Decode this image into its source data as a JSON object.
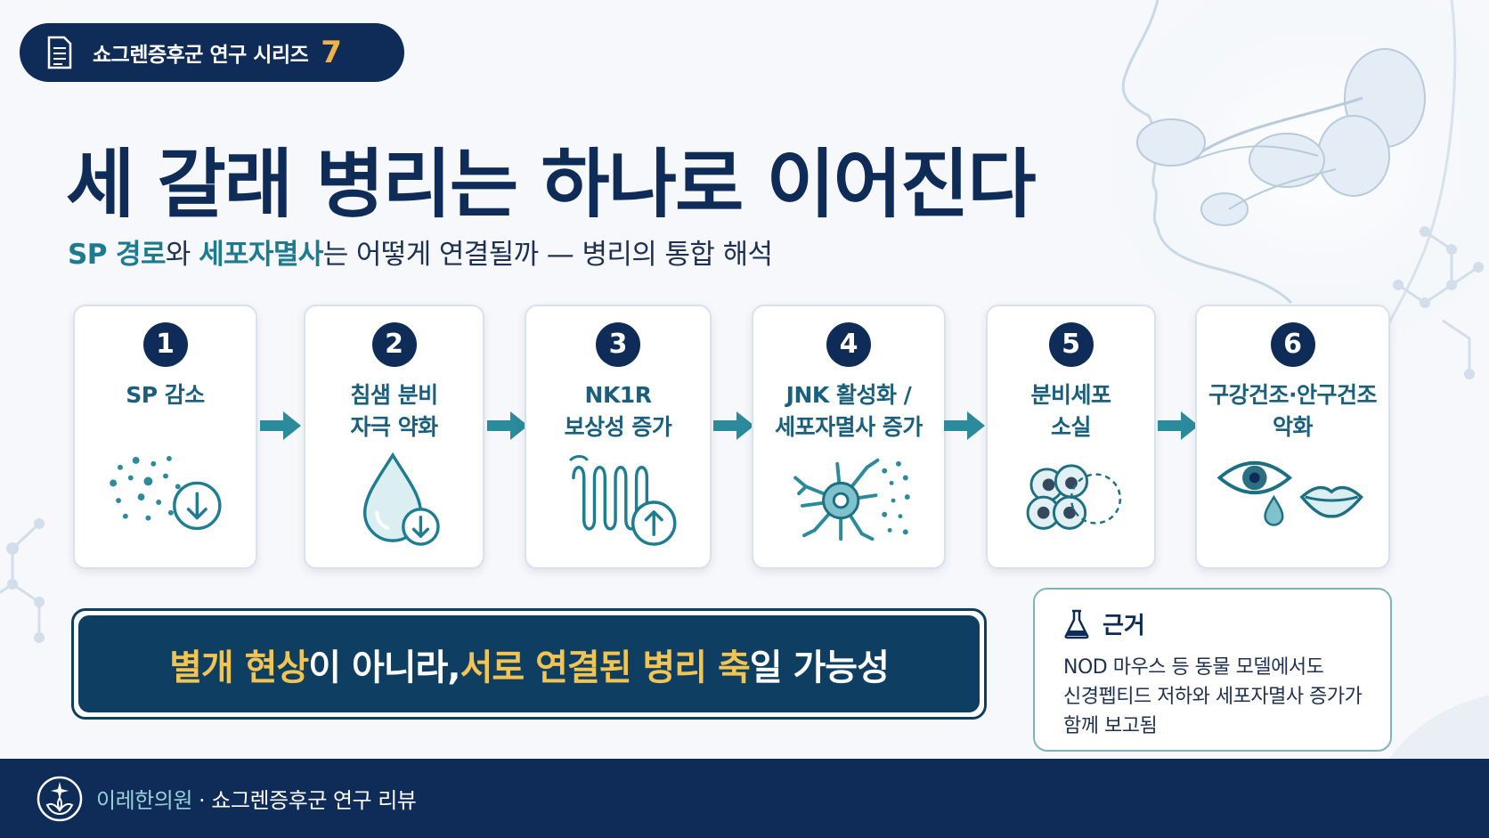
{
  "series_badge": {
    "text": "쇼그렌증후군 연구 시리즈",
    "number": "7"
  },
  "title": "세 갈래 병리는 하나로 이어진다",
  "subtitle": {
    "part1": "SP 경로",
    "part2": "와 ",
    "part3": "세포자멸사",
    "part4": "는 어떻게 연결될까 — 병리의 통합 해석"
  },
  "steps": [
    {
      "num": "1",
      "label": "SP 감소"
    },
    {
      "num": "2",
      "label": "침샘 분비\n자극 약화"
    },
    {
      "num": "3",
      "label": "NK1R\n보상성 증가"
    },
    {
      "num": "4",
      "label": "JNK 활성화 /\n세포자멸사 증가"
    },
    {
      "num": "5",
      "label": "분비세포\n소실"
    },
    {
      "num": "6",
      "label": "구강건조·안구건조\n악화"
    }
  ],
  "banner": {
    "p1": "별개 현상",
    "p2": "이 아니라, ",
    "p3": "서로 연결된 병리 축",
    "p4": "일 가능성"
  },
  "evidence": {
    "title": "근거",
    "body": "NOD 마우스 등 동물 모델에서도\n신경펩티드 저하와 세포자멸사 증가가\n함께 보고됨"
  },
  "footer": {
    "brand": "이레한의원",
    "text": " · 쇼그렌증후군 연구 리뷰"
  },
  "colors": {
    "navy": "#0e2c57",
    "teal": "#1c7b8f",
    "gold": "#f2c451"
  }
}
